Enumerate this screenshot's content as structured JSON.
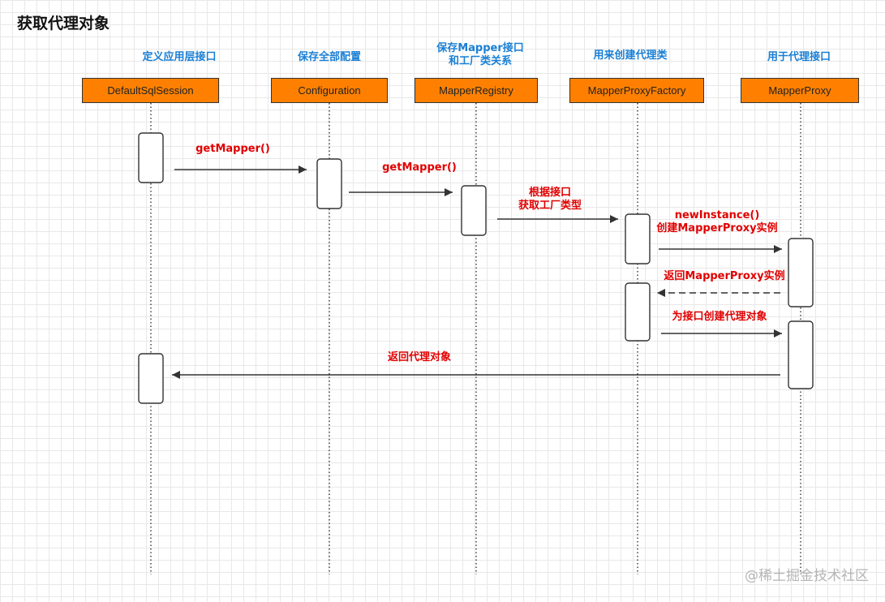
{
  "title": "获取代理对象",
  "participants": [
    {
      "id": "p1",
      "name": "DefaultSqlSession",
      "caption": "定义应用层接口"
    },
    {
      "id": "p2",
      "name": "Configuration",
      "caption": "保存全部配置"
    },
    {
      "id": "p3",
      "name": "MapperRegistry",
      "caption_lines": [
        "保存Mapper接口",
        "和工厂类关系"
      ]
    },
    {
      "id": "p4",
      "name": "MapperProxyFactory",
      "caption": "用来创建代理类"
    },
    {
      "id": "p5",
      "name": "MapperProxy",
      "caption": "用于代理接口"
    }
  ],
  "messages": [
    {
      "id": "m1",
      "label": "getMapper()",
      "type": "sync"
    },
    {
      "id": "m2",
      "label": "getMapper()",
      "type": "sync"
    },
    {
      "id": "m3",
      "label_lines": [
        "根据接口",
        "获取工厂类型"
      ],
      "type": "sync"
    },
    {
      "id": "m4",
      "label_lines": [
        "newInstance()",
        "创建MapperProxy实例"
      ],
      "type": "sync"
    },
    {
      "id": "m5",
      "label": "返回MapperProxy实例",
      "type": "return"
    },
    {
      "id": "m6",
      "label": "为接口创建代理对象",
      "type": "sync"
    },
    {
      "id": "m7",
      "label": "返回代理对象",
      "type": "sync"
    }
  ],
  "watermark": "@稀土掘金技术社区",
  "colors": {
    "participant_fill": "#ff8000",
    "caption_text": "#1a7fd4",
    "message_text": "#e00000",
    "line": "#333333"
  }
}
